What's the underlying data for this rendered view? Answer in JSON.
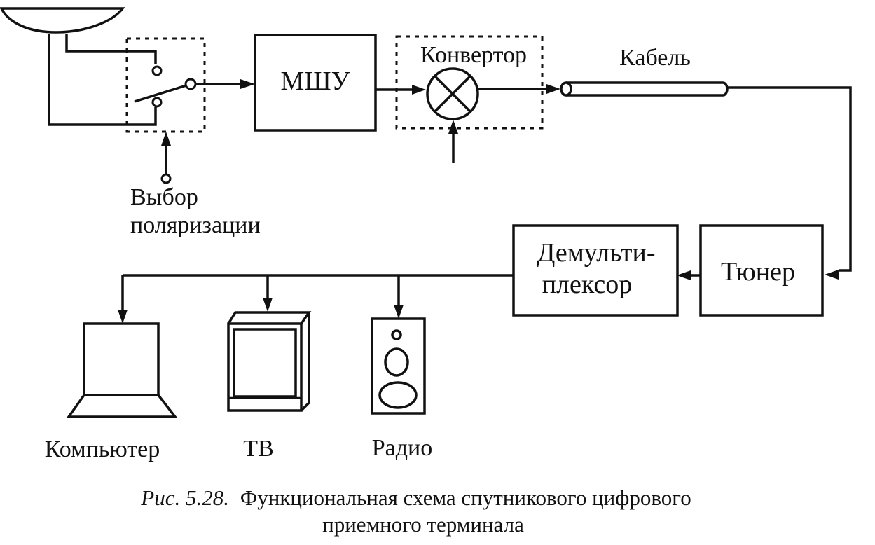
{
  "labels": {
    "polarization_line1": "Выбор",
    "polarization_line2": "поляризации",
    "lna": "МШУ",
    "converter": "Конвертор",
    "cable": "Кабель",
    "demux_line1": "Демульти-",
    "demux_line2": "плексор",
    "tuner": "Тюнер",
    "computer": "Компьютер",
    "tv": "ТВ",
    "radio": "Радио"
  },
  "caption": {
    "figure_ref": "Рис. 5.28.",
    "line1": "Функциональная схема спутникового цифрового",
    "line2": "приемного терминала"
  },
  "icons": {
    "dish": "satellite-dish-icon",
    "switch": "polarization-switch-icon",
    "mixer": "mixer-x-icon",
    "cable": "cable-icon",
    "computer": "laptop-icon",
    "tv": "tv-icon",
    "radio": "speaker-icon"
  }
}
